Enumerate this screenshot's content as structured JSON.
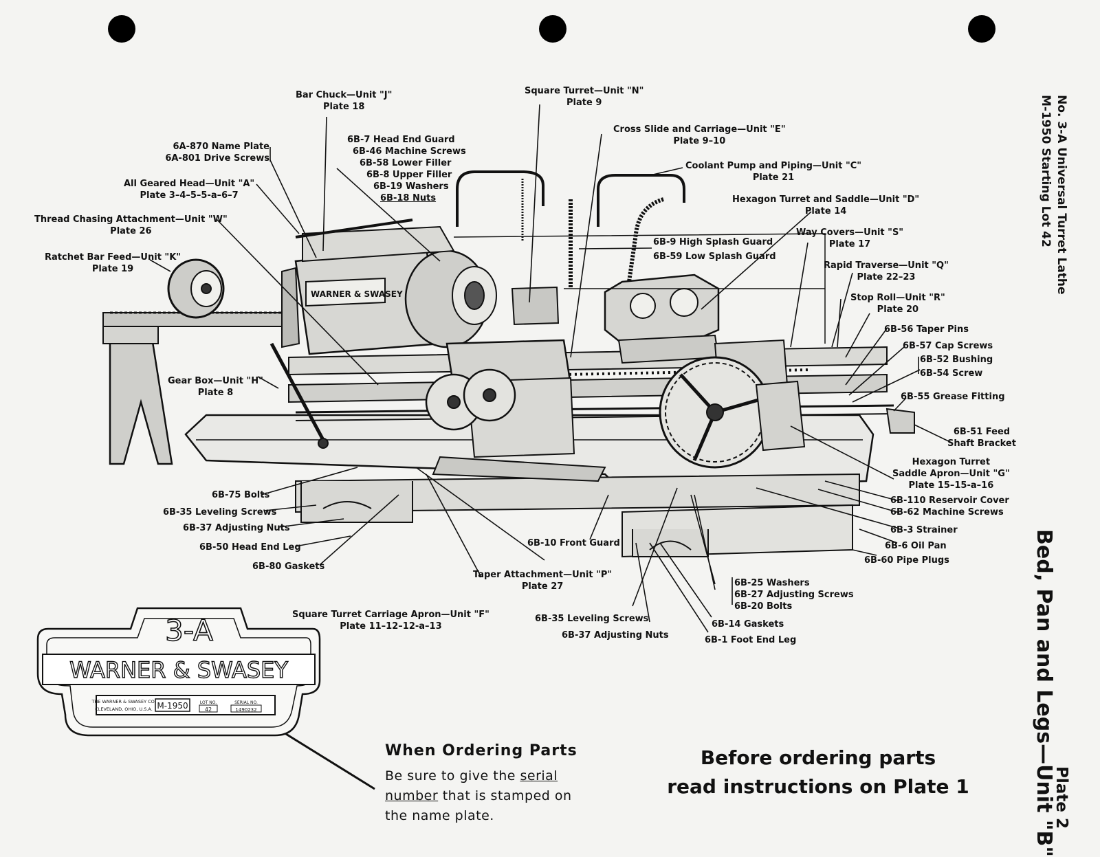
{
  "header": {
    "side_title_line1": "No. 3-A Universal Turret Lathe",
    "side_title_line2": "M-1950 Starting Lot 42",
    "section_title": "Bed, Pan and Legs—Unit \"B\"",
    "plate_label": "Plate 2"
  },
  "labels": {
    "bar_chuck": [
      "Bar Chuck—Unit \"J\"",
      "Plate 18"
    ],
    "square_turret": [
      "Square Turret—Unit \"N\"",
      "Plate 9"
    ],
    "cross_slide": [
      "Cross Slide and Carriage—Unit \"E\"",
      "Plate 9–10"
    ],
    "coolant_pump": [
      "Coolant Pump and Piping—Unit \"C\"",
      "Plate 21"
    ],
    "hexagon_turret_saddle": [
      "Hexagon Turret and Saddle—Unit \"D\"",
      "Plate 14"
    ],
    "way_covers": [
      "Way Covers—Unit \"S\"",
      "Plate 17"
    ],
    "rapid_traverse": [
      "Rapid Traverse—Unit \"Q\"",
      "Plate 22–23"
    ],
    "stop_roll": [
      "Stop Roll—Unit \"R\"",
      "Plate 20"
    ],
    "name_plate": [
      "6A-870 Name Plate",
      "6A-801 Drive Screws"
    ],
    "head_end_guard": [
      "6B-7 Head End Guard",
      "6B-46 Machine Screws",
      "6B-58 Lower Filler",
      "6B-8 Upper Filler",
      "6B-19 Washers",
      "6B-18 Nuts"
    ],
    "geared_head": [
      "All Geared Head—Unit \"A\"",
      "Plate 3–4–5–5-a–6–7"
    ],
    "thread_chasing": [
      "Thread Chasing Attachment—Unit \"W\"",
      "Plate 26"
    ],
    "ratchet_bar_feed": [
      "Ratchet Bar Feed—Unit \"K\"",
      "Plate 19"
    ],
    "splash_guard": [
      "6B-9 High Splash Guard",
      "6B-59 Low Splash Guard"
    ],
    "taper_pins": [
      "6B-56 Taper Pins"
    ],
    "cap_screws": [
      "6B-57 Cap Screws"
    ],
    "bushing_screw": [
      "6B-52 Bushing",
      "6B-54 Screw"
    ],
    "gear_box": [
      "Gear Box—Unit \"H\"",
      "Plate 8"
    ],
    "grease_fitting": [
      "6B-55 Grease Fitting"
    ],
    "feed_shaft_bracket": [
      "6B-51 Feed",
      "Shaft Bracket"
    ],
    "hex_turret_apron": [
      "Hexagon Turret",
      "Saddle Apron—Unit \"G\"",
      "Plate 15–15-a–16"
    ],
    "reservoir_cover": [
      "6B-110 Reservoir Cover",
      "6B-62 Machine Screws"
    ],
    "strainer": [
      "6B-3 Strainer"
    ],
    "oil_pan": [
      "6B-6 Oil Pan"
    ],
    "pipe_plugs": [
      "6B-60 Pipe Plugs"
    ],
    "bolts_75": [
      "6B-75 Bolts"
    ],
    "leveling_screws_left": [
      "6B-35 Leveling Screws"
    ],
    "adjusting_nuts_left": [
      "6B-37 Adjusting Nuts"
    ],
    "head_end_leg": [
      "6B-50 Head End Leg"
    ],
    "gaskets_80": [
      "6B-80 Gaskets"
    ],
    "front_guard": [
      "6B-10 Front Guard"
    ],
    "taper_attachment": [
      "Taper Attachment—Unit \"P\"",
      "Plate 27"
    ],
    "square_turret_apron": [
      "Square Turret Carriage Apron—Unit \"F\"",
      "Plate 11–12–12-a–13"
    ],
    "leveling_screws_right": [
      "6B-35 Leveling Screws"
    ],
    "adjusting_nuts_right": [
      "6B-37 Adjusting Nuts"
    ],
    "washers_screws_bolts": [
      "6B-25 Washers",
      "6B-27 Adjusting Screws",
      "6B-20 Bolts"
    ],
    "gaskets_14": [
      "6B-14 Gaskets"
    ],
    "foot_end_leg": [
      "6B-1 Foot End Leg"
    ]
  },
  "nameplate": {
    "model": "3-A",
    "brand": "WARNER & SWASEY",
    "maker_line1": "THE WARNER & SWASEY CO.",
    "maker_line2": "CLEVELAND, OHIO, U.S.A.",
    "model_no": "M-1950",
    "lot_label": "LOT NO.",
    "lot_value": "42",
    "serial_label": "SERIAL NO.",
    "serial_value": "1490232"
  },
  "ordering": {
    "title": "When Ordering Parts",
    "body_before": "Be sure to give the",
    "body_underlined": "serial number",
    "body_after": "that is stamped on the name plate."
  },
  "notice": {
    "line1": "Before ordering parts",
    "line2": "read instructions on Plate 1"
  }
}
